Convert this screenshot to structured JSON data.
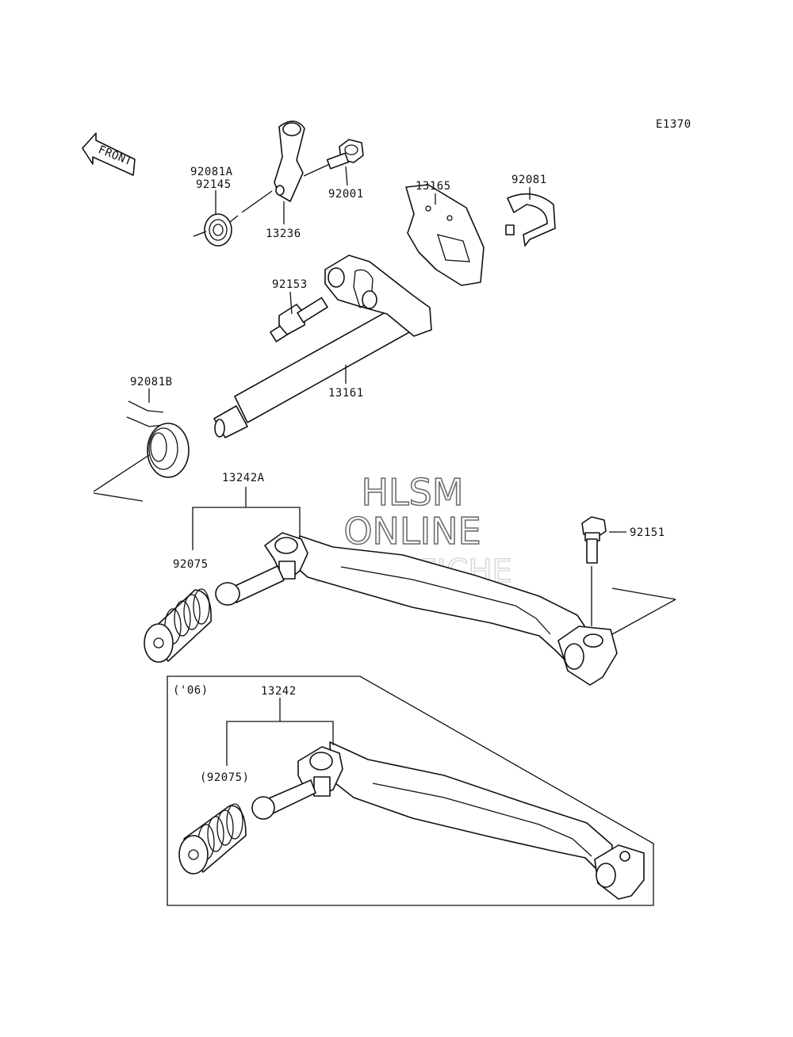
{
  "diagram_code": "E1370",
  "front_arrow_label": "FRONT",
  "parts": {
    "p92081A": "92081A",
    "p92145": "92145",
    "p13236": "13236",
    "p92001": "92001",
    "p13165": "13165",
    "p92081": "92081",
    "p92153": "92153",
    "p13161": "13161",
    "p92081B": "92081B",
    "p13242A": "13242A",
    "p92075": "92075",
    "p92151": "92151",
    "p13242": "13242",
    "p92075_alt": "(92075)"
  },
  "inset_label": "('06)",
  "watermark": {
    "line1": "HLSM",
    "line2": "ONLINE",
    "line3": "MICROFICHE"
  }
}
